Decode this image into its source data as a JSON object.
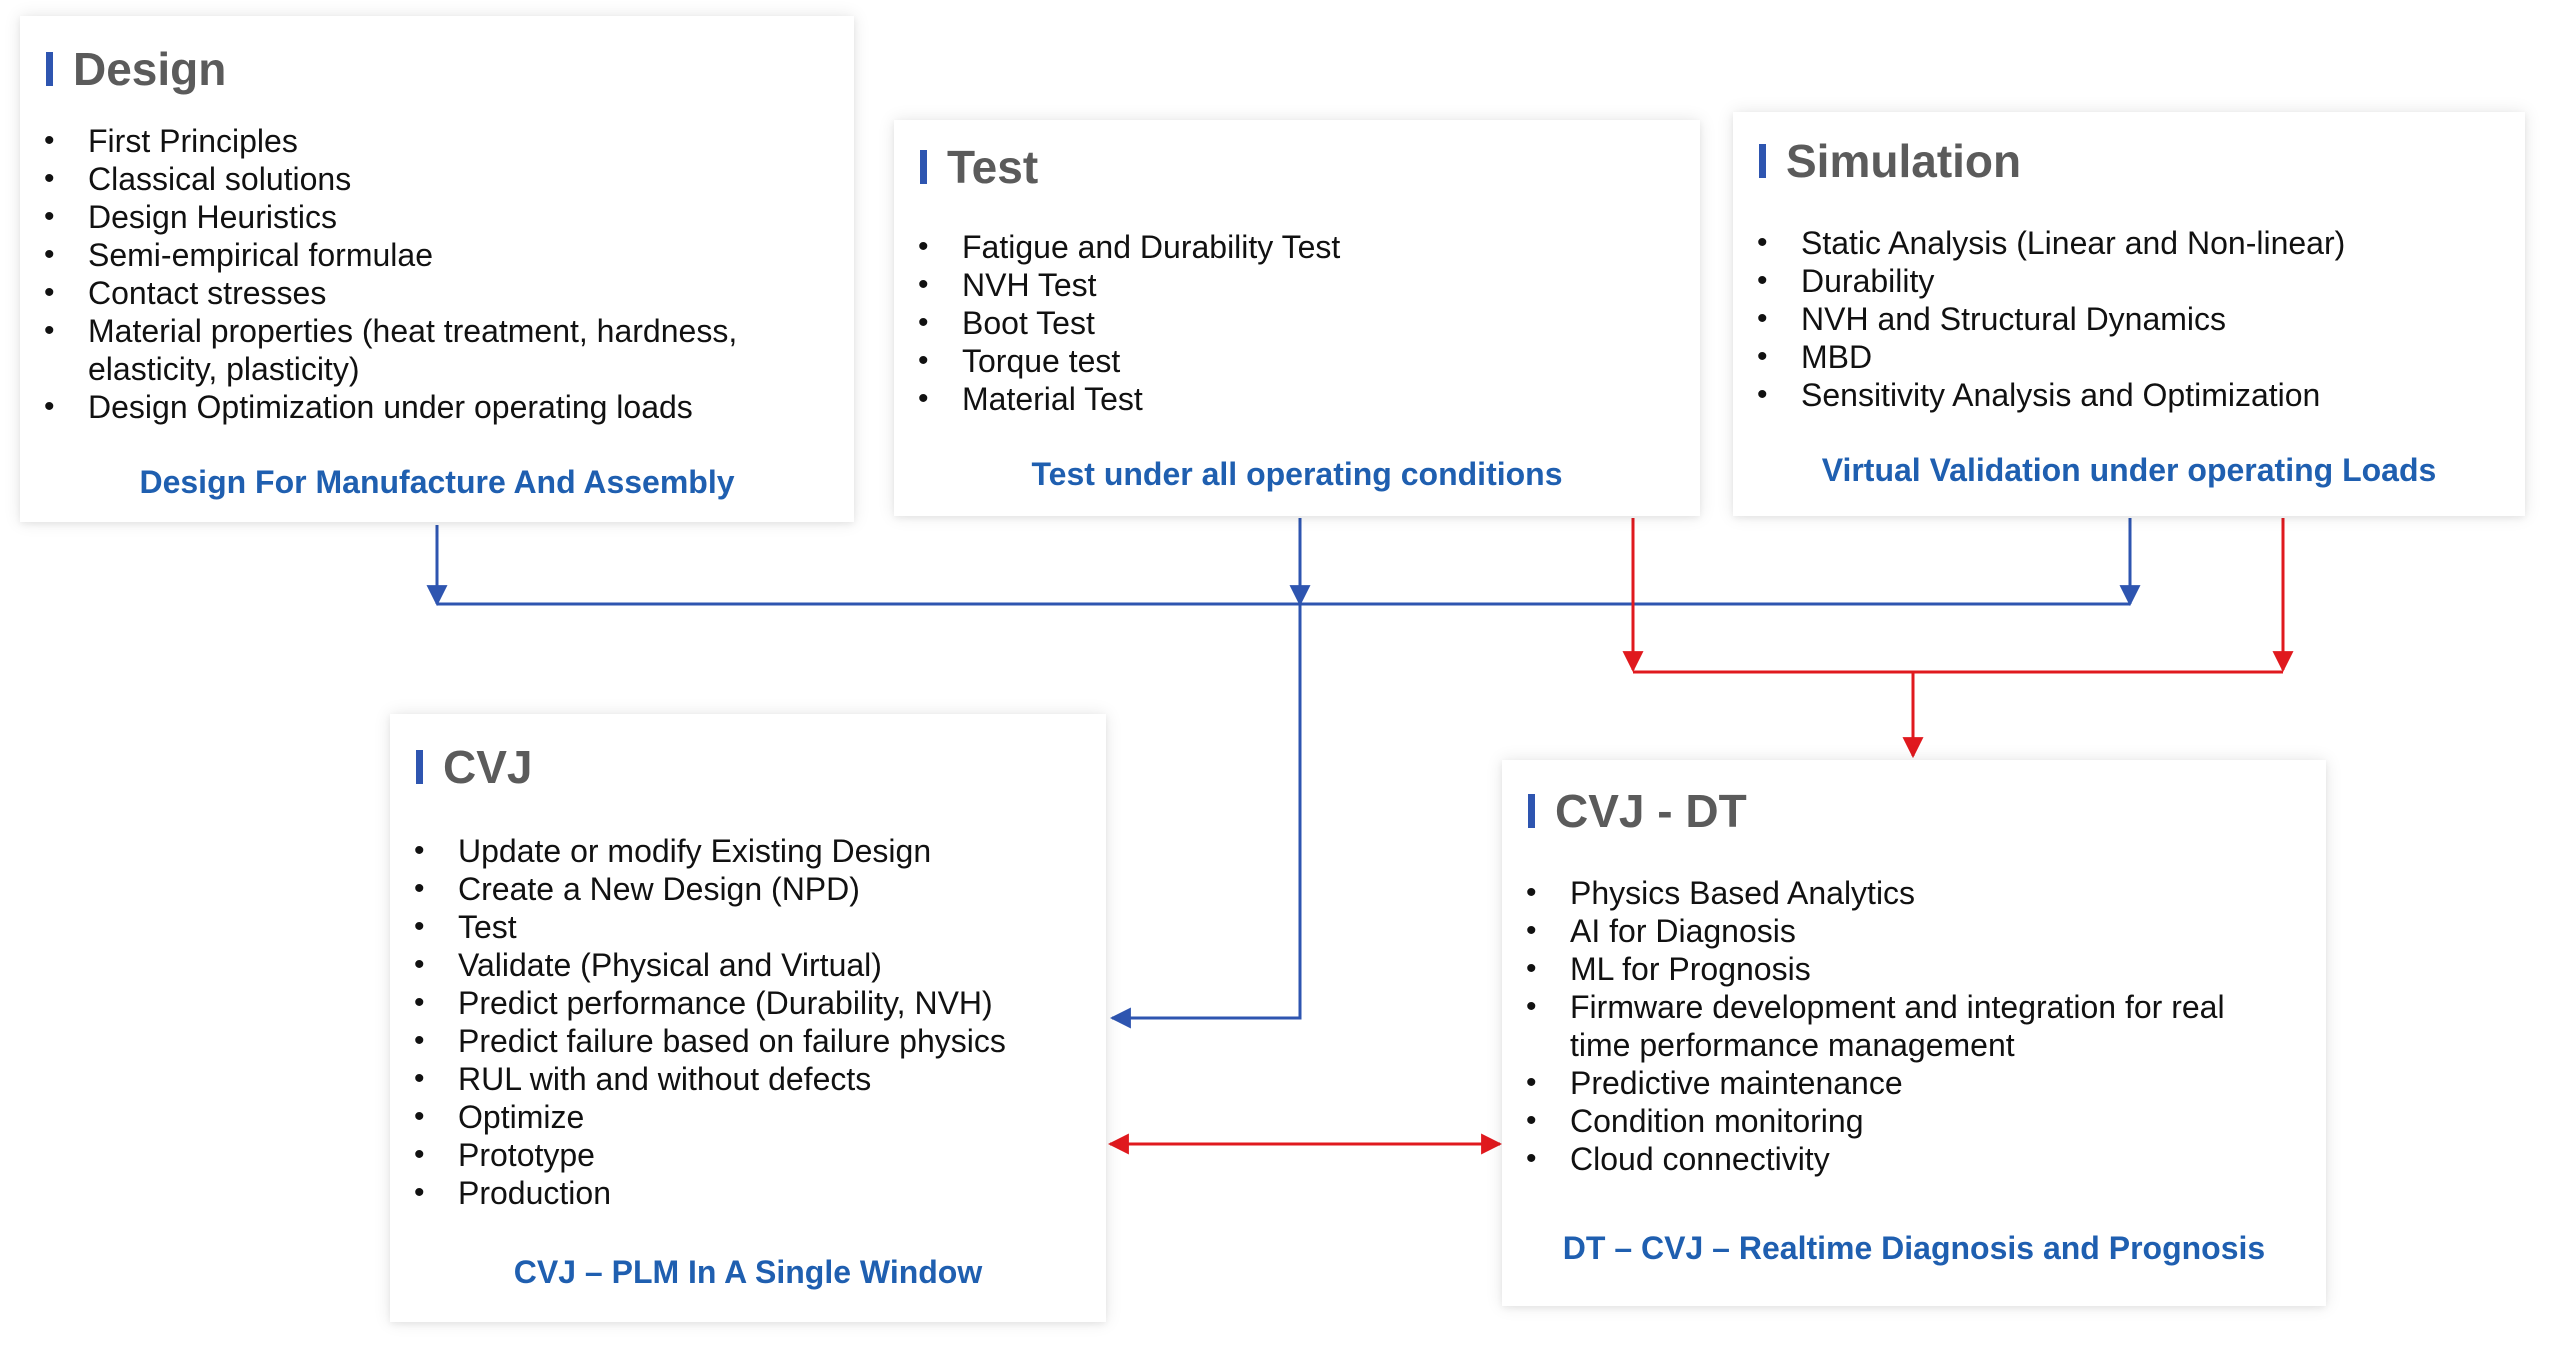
{
  "colors": {
    "blue_arrows": "#2e55b0",
    "red_arrows": "#e0191e",
    "accent_bar": "#2e55b0",
    "footer_text": "#1f5fb0"
  },
  "design": {
    "title": "Design",
    "items": [
      "First Principles",
      "Classical solutions",
      "Design Heuristics",
      "Semi-empirical formulae",
      "Contact stresses",
      "Material properties (heat treatment, hardness, elasticity, plasticity)",
      "Design Optimization under operating loads"
    ],
    "footer": "Design For Manufacture And Assembly"
  },
  "test": {
    "title": "Test",
    "items": [
      "Fatigue and Durability Test",
      "NVH Test",
      "Boot Test",
      "Torque test",
      "Material Test"
    ],
    "footer": "Test under all operating  conditions"
  },
  "simulation": {
    "title": "Simulation",
    "items": [
      "Static Analysis (Linear and Non-linear)",
      "Durability",
      "NVH and Structural Dynamics",
      "MBD",
      "Sensitivity Analysis and Optimization"
    ],
    "footer": "Virtual Validation under operating Loads"
  },
  "cvj": {
    "title": "CVJ",
    "items": [
      "Update or modify Existing Design",
      "Create a New Design (NPD)",
      "Test",
      "Validate (Physical and Virtual)",
      "Predict performance (Durability, NVH)",
      "Predict failure based on failure physics",
      "RUL with and without defects",
      "Optimize",
      "Prototype",
      "Production"
    ],
    "footer": "CVJ – PLM In A Single Window"
  },
  "cvj_dt": {
    "title": "CVJ - DT",
    "items": [
      "Physics Based Analytics",
      "AI for Diagnosis",
      "ML for Prognosis",
      "Firmware development and integration for real time performance management",
      "Predictive maintenance",
      "Condition monitoring",
      "Cloud connectivity"
    ],
    "footer": "DT – CVJ – Realtime Diagnosis and Prognosis"
  }
}
